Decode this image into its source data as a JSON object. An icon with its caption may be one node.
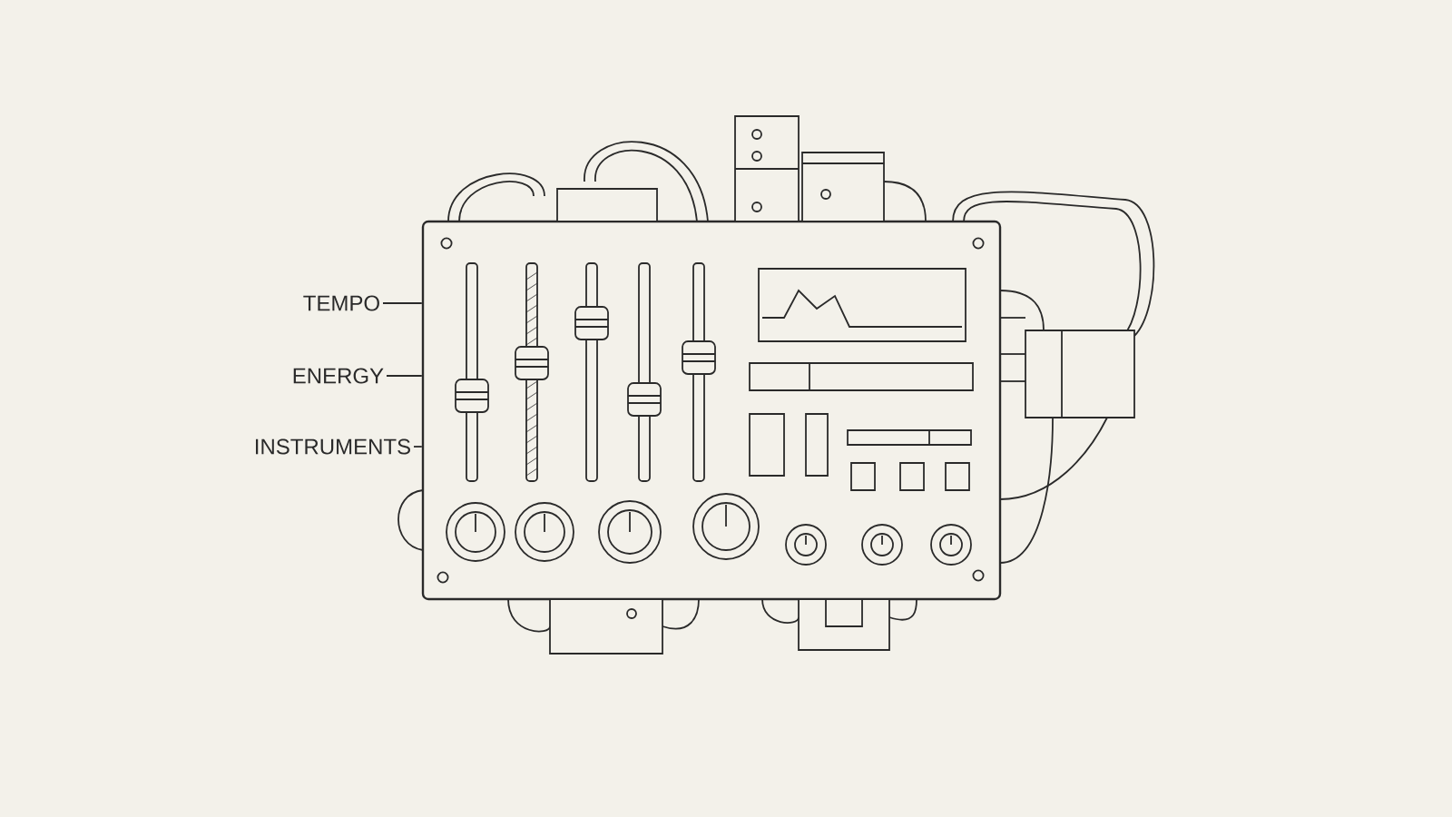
{
  "diagram": {
    "nodes": [
      {
        "text": [
          "TEMPO"
        ]
      },
      {
        "text": [
          "ENERGY"
        ]
      },
      {
        "text": [
          "INSTRUMENTS"
        ]
      },
      {
        "text": [],
        "shape": "picture"
      }
    ],
    "edges": [
      {
        "from": 0,
        "to": 3,
        "arrow": "none"
      },
      {
        "from": 1,
        "to": 3,
        "arrow": "none"
      },
      {
        "from": 2,
        "to": 3,
        "arrow": "none"
      }
    ]
  }
}
